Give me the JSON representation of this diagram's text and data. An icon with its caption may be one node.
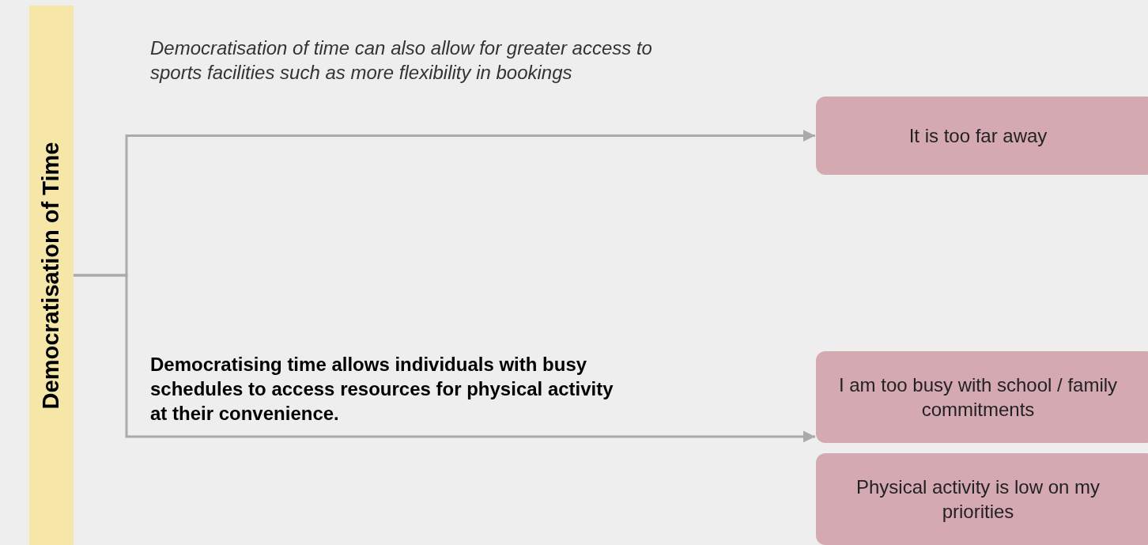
{
  "diagram": {
    "nodes": [
      {
        "text": [
          "Democratisation of Time"
        ]
      },
      {
        "text": [
          "It is too far away"
        ]
      },
      {
        "text": [
          "I am too busy with school / family commitments"
        ]
      },
      {
        "text": [
          "Physical activity is low on my priorities"
        ]
      }
    ],
    "edges": [
      {
        "from": 0,
        "to": 1,
        "arrow": "to",
        "label": "Democratisation of time can also allow for greater access to sports facilities such as more flexibility in bookings"
      },
      {
        "from": 0,
        "to": 2,
        "arrow": "to",
        "label": "Democratising time allows individuals with busy schedules to access resources for physical activity at their convenience."
      }
    ]
  }
}
